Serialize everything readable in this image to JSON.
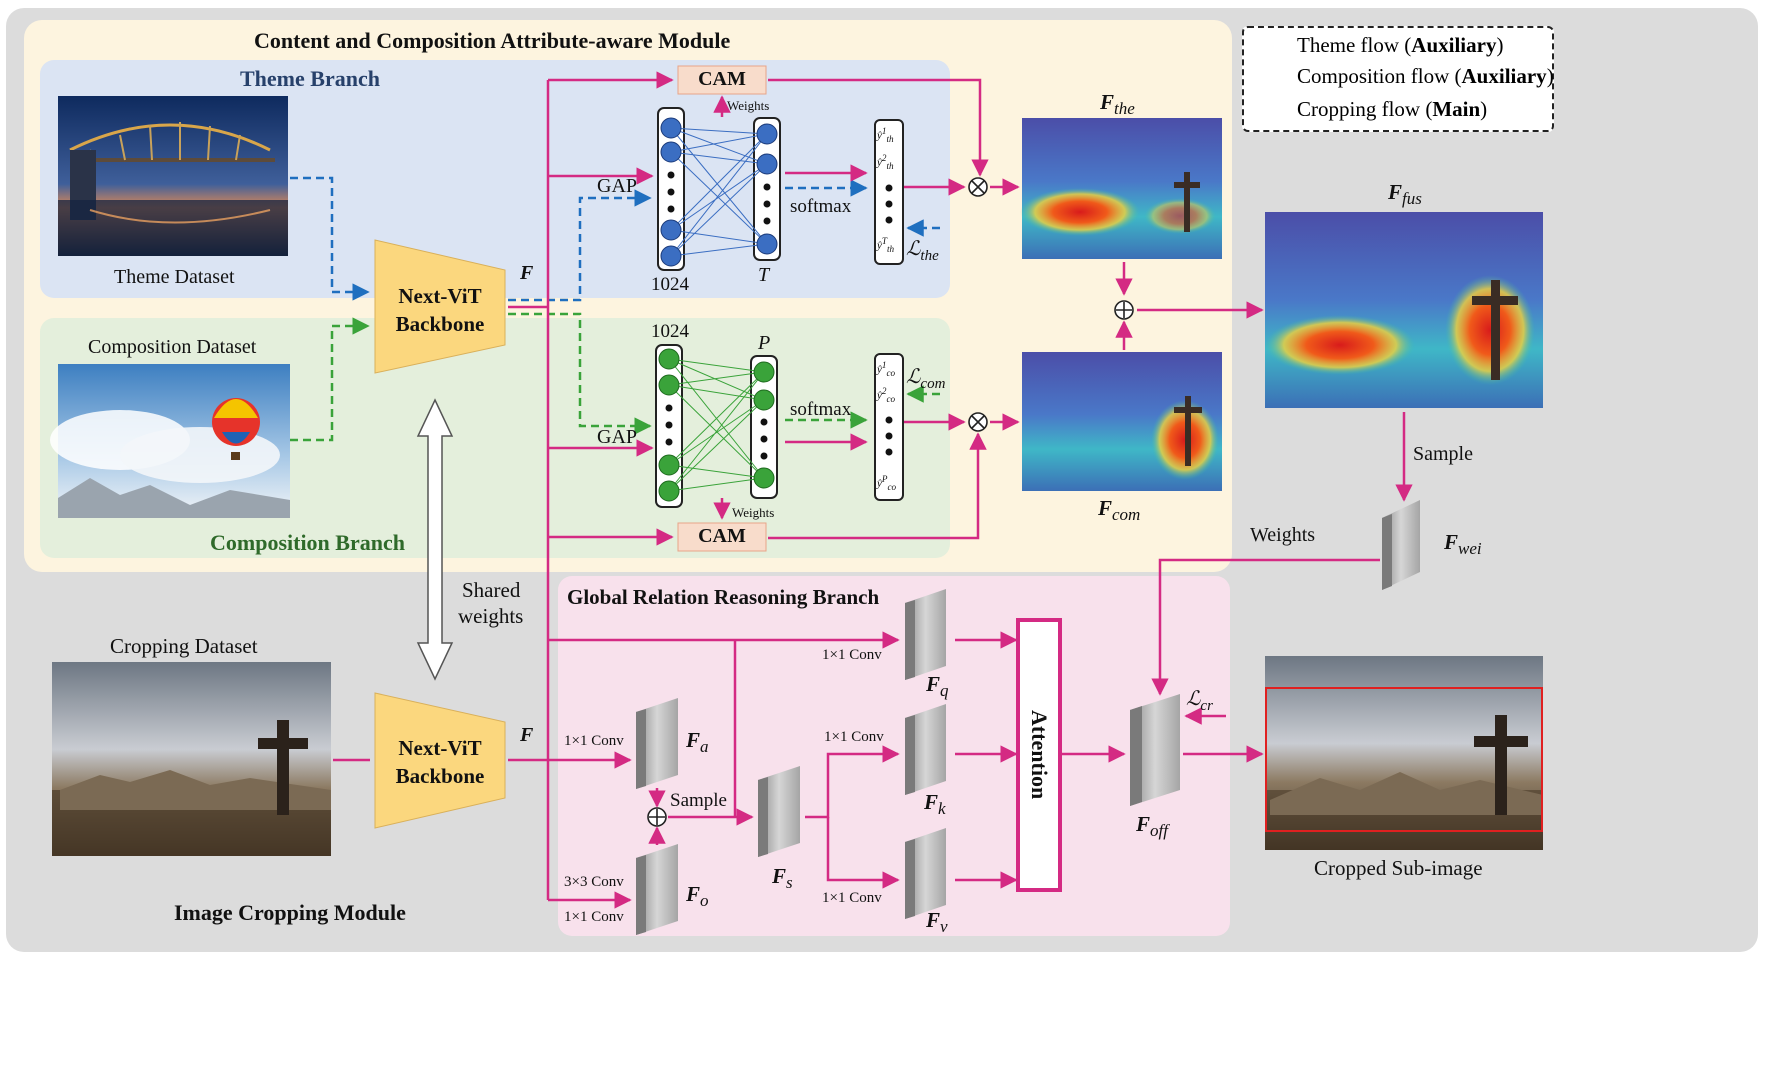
{
  "legend": {
    "theme_flow": "Theme flow",
    "composition_flow": "Composition flow",
    "cropping_flow": "Cropping flow",
    "auxiliary": "Auxiliary",
    "main": "Main"
  },
  "modules": {
    "content_module": "Content and Composition Attribute-aware Module",
    "theme_branch": "Theme Branch",
    "composition_branch": "Composition Branch",
    "image_cropping_module": "Image Cropping Module",
    "global_branch": "Global Relation Reasoning  Branch"
  },
  "datasets": {
    "theme": "Theme Dataset",
    "composition": "Composition Dataset",
    "cropping": "Cropping Dataset",
    "cropped": "Cropped Sub-image"
  },
  "backbone": {
    "line1": "Next-ViT",
    "line2": "Backbone",
    "shared1": "Shared",
    "shared2": "weights"
  },
  "labels": {
    "gap": "GAP",
    "cam": "CAM",
    "weights_small": "Weights",
    "softmax": "softmax",
    "n1024": "1024",
    "T": "T",
    "P": "P",
    "F": "F",
    "conv1": "1×1 Conv",
    "conv3": "3×3 Conv",
    "sample": "Sample",
    "weights": "Weights",
    "attention": "Attention"
  },
  "features": {
    "the": "the",
    "com": "com",
    "fus": "fus",
    "wei": "wei",
    "off": "off",
    "q": "q",
    "k": "k",
    "v": "v",
    "a": "a",
    "o": "o",
    "s": "s"
  },
  "losses": {
    "the": "the",
    "com": "com",
    "cr": "cr"
  },
  "outputs": {
    "th1": "1",
    "th2": "2",
    "thT": "T",
    "co1": "1",
    "co2": "2",
    "coP": "P",
    "th_sub": "th",
    "co_sub": "co"
  },
  "colors": {
    "theme_flow": "#1f6fbf",
    "composition_flow": "#3aa33a",
    "cropping_flow": "#d42a83",
    "theme_bg": "#dbe4f3",
    "composition_bg": "#e4efdc",
    "content_bg": "#fdf4df",
    "cropping_bg": "#dcdcdc",
    "global_bg": "#f8e1ec",
    "backbone": "#fbd77e",
    "cam_bg": "#f8dccb"
  }
}
